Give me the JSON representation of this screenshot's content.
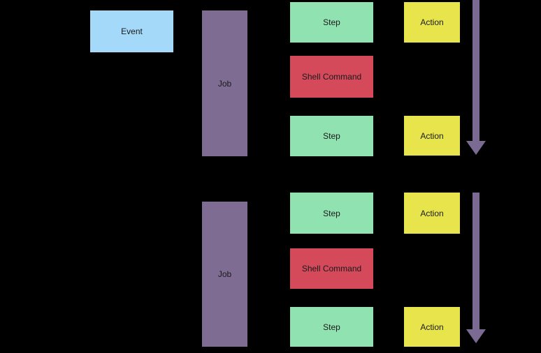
{
  "diagram": {
    "background": "#000000",
    "colors": {
      "background": "#000000",
      "event": "#A5D9FA",
      "job": "#7E6C92",
      "step": "#91E2B1",
      "shell_command": "#D44A5B",
      "action": "#E8E54C",
      "arrow": "#7B6A91",
      "text": "#1A1A1A"
    },
    "event": {
      "label": "Event"
    },
    "groups": [
      {
        "job": {
          "label": "Job"
        },
        "rows": [
          {
            "step_label": "Step",
            "action_label": "Action"
          },
          {
            "step_label": "Shell Command"
          },
          {
            "step_label": "Step",
            "action_label": "Action"
          }
        ],
        "arrow_icon": "down-arrow"
      },
      {
        "job": {
          "label": "Job"
        },
        "rows": [
          {
            "step_label": "Step",
            "action_label": "Action"
          },
          {
            "step_label": "Shell Command"
          },
          {
            "step_label": "Step",
            "action_label": "Action"
          }
        ],
        "arrow_icon": "down-arrow"
      }
    ]
  }
}
